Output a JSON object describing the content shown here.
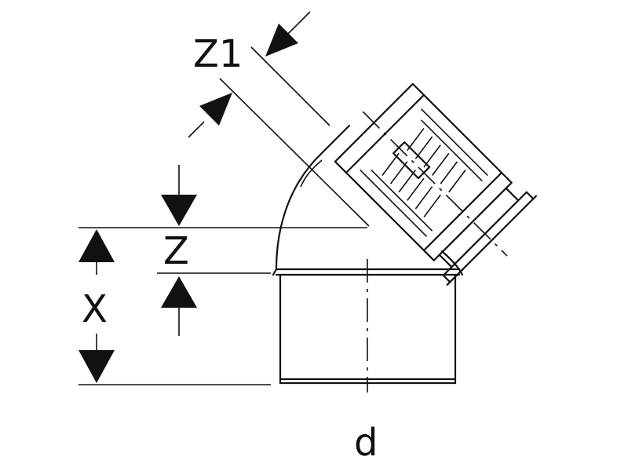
{
  "labels": {
    "z1": "Z1",
    "z": "Z",
    "x": "X",
    "d": "d"
  }
}
